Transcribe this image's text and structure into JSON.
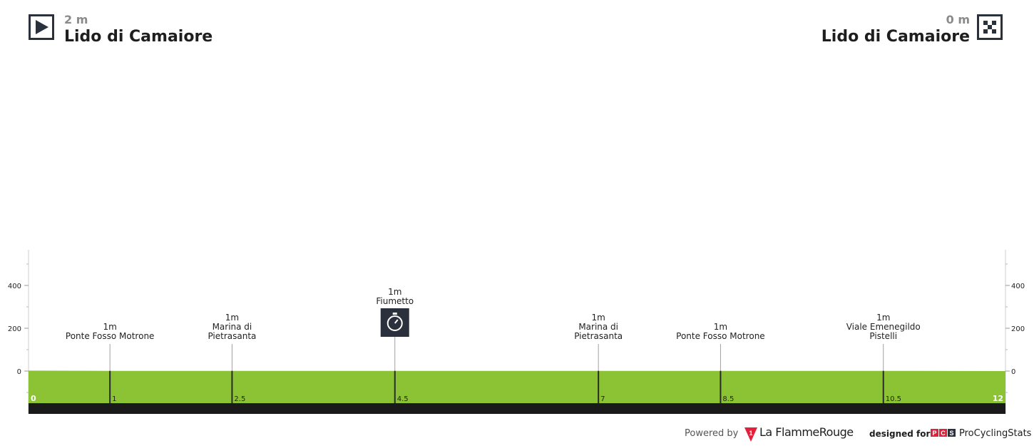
{
  "start": {
    "elevation": "2 m",
    "name": "Lido di Camaiore",
    "icon": "play-flag-icon"
  },
  "finish": {
    "elevation": "0 m",
    "name": "Lido di Camaiore",
    "icon": "checkered-flag-icon"
  },
  "chart_data": {
    "type": "area",
    "xlabel": "",
    "ylabel": "",
    "xlim": [
      0,
      12
    ],
    "ylim": [
      -150,
      550
    ],
    "y_ticks": [
      0,
      200,
      400
    ],
    "x": [
      0,
      1,
      2.5,
      4.5,
      7,
      8.5,
      10.5,
      12
    ],
    "elevation": [
      2,
      1,
      1,
      1,
      1,
      1,
      1,
      0
    ],
    "x_end_labels": [
      "0",
      "12"
    ],
    "fill_color": "#8bc334",
    "base_color": "#1a1a1a",
    "grid": false,
    "waypoints": [
      {
        "km": 1,
        "km_label": "1",
        "elevation_label": "1m",
        "name_lines": [
          "Ponte Fosso Motrone"
        ],
        "icon": ""
      },
      {
        "km": 2.5,
        "km_label": "2.5",
        "elevation_label": "1m",
        "name_lines": [
          "Marina di",
          "Pietrasanta"
        ],
        "icon": ""
      },
      {
        "km": 4.5,
        "km_label": "4.5",
        "elevation_label": "1m",
        "name_lines": [
          "Fiumetto"
        ],
        "icon": "stopwatch-icon"
      },
      {
        "km": 7,
        "km_label": "7",
        "elevation_label": "1m",
        "name_lines": [
          "Marina di",
          "Pietrasanta"
        ],
        "icon": ""
      },
      {
        "km": 8.5,
        "km_label": "8.5",
        "elevation_label": "1m",
        "name_lines": [
          "Ponte Fosso Motrone"
        ],
        "icon": ""
      },
      {
        "km": 10.5,
        "km_label": "10.5",
        "elevation_label": "1m",
        "name_lines": [
          "Viale Emenegildo",
          "Pistelli"
        ],
        "icon": ""
      }
    ]
  },
  "footer": {
    "powered_by": "Powered by",
    "lfr_part1": "La Flamme",
    "lfr_part2": "Rouge",
    "lfr_logo_mark": "1",
    "designed_for": "designed for",
    "pcs_logo": [
      "P",
      "C",
      "S"
    ],
    "pcs_name": "ProCyclingStats",
    "accent_color": "#e3203b"
  }
}
